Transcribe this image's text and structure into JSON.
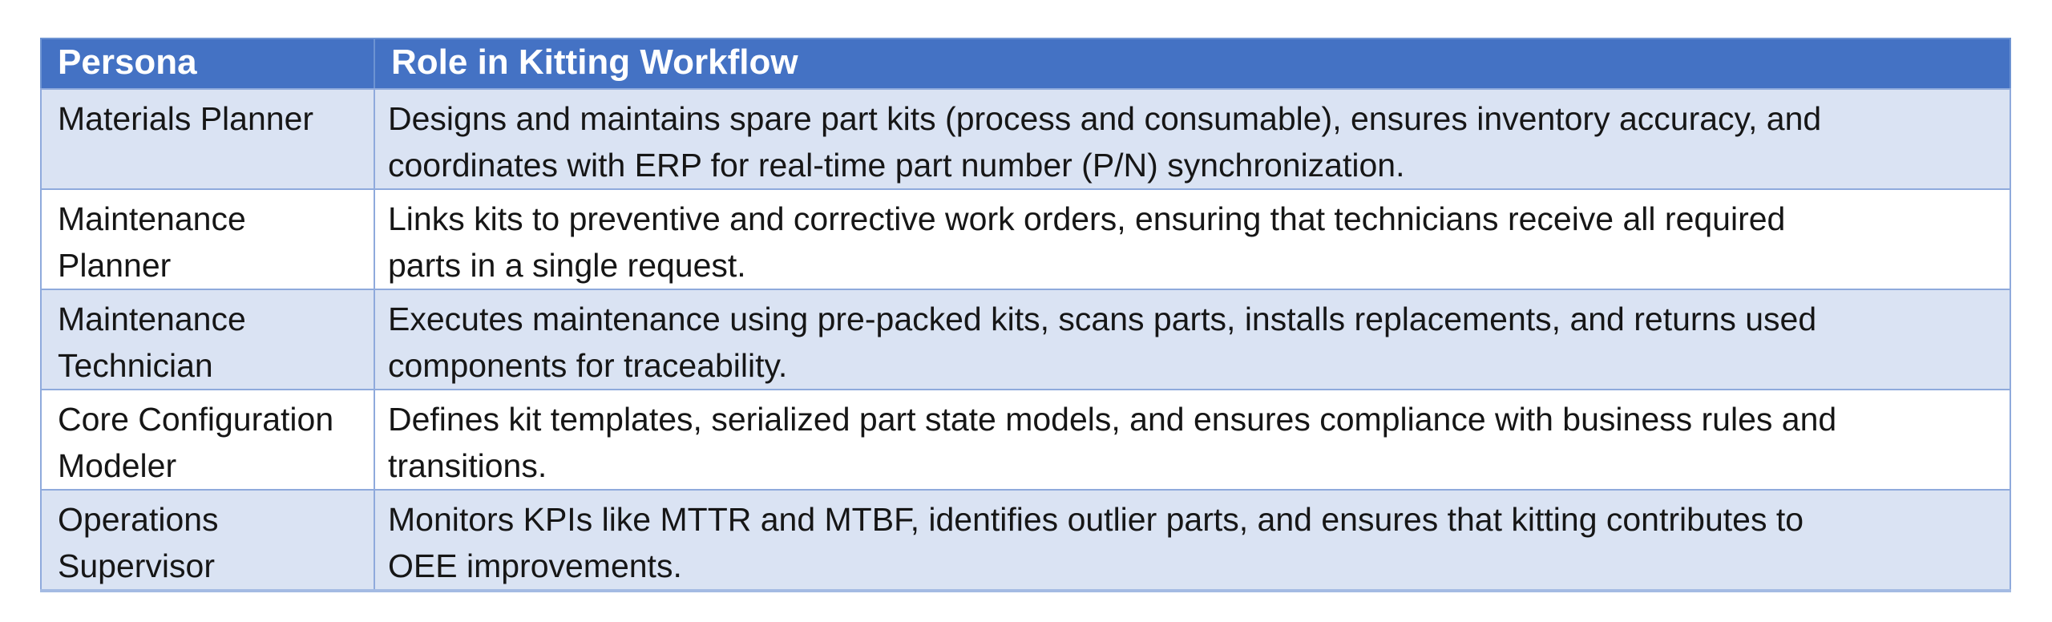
{
  "table": {
    "headers": [
      "Persona",
      "Role in Kitting Workflow"
    ],
    "rows": [
      {
        "persona": "Materials Planner",
        "role": "Designs and maintains spare part kits (process and consumable), ensures inventory accuracy, and\ncoordinates with ERP for real-time part number (P/N) synchronization."
      },
      {
        "persona": "Maintenance\nPlanner",
        "role": "Links kits to preventive and corrective work orders, ensuring that technicians receive all required\nparts in a single request."
      },
      {
        "persona": "Maintenance\nTechnician",
        "role": "Executes maintenance using pre-packed kits, scans parts, installs replacements, and returns used\ncomponents for traceability."
      },
      {
        "persona": "Core Configuration\nModeler",
        "role": "Defines kit templates, serialized part state models, and ensures compliance with business rules and\ntransitions."
      },
      {
        "persona": "Operations\nSupervisor",
        "role": "Monitors KPIs like MTTR and MTBF, identifies outlier parts, and ensures that kitting contributes to\nOEE improvements."
      }
    ],
    "colors": {
      "header_bg": "#4472c4",
      "header_text": "#ffffff",
      "band_light_blue": "#dae3f3",
      "band_white": "#ffffff",
      "border": "#8faadc",
      "body_text": "#161616"
    }
  }
}
